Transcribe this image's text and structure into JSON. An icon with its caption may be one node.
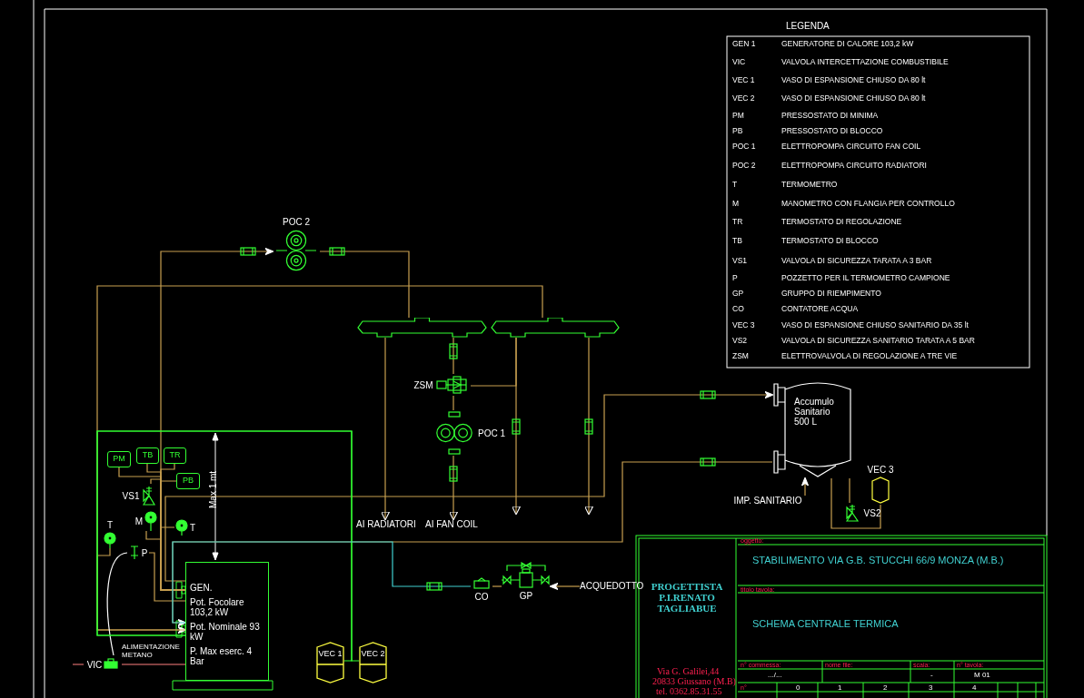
{
  "diagram": {
    "nodes": [
      {
        "text": [
          "POC 2"
        ]
      },
      {
        "text": [],
        "shape": "bar"
      },
      {
        "text": [],
        "shape": "bar"
      },
      {
        "text": [
          "ZSM"
        ]
      },
      {
        "text": [
          "POC 1"
        ]
      },
      {
        "text": [
          "AI RADIATORI"
        ]
      },
      {
        "text": [
          "AI FAN COIL"
        ]
      },
      {
        "text": [
          "Accumulo Sanitario 500 L"
        ]
      },
      {
        "text": [
          "VEC 3"
        ]
      },
      {
        "text": [
          "VS2"
        ]
      },
      {
        "text": [
          "IMP. SANITARIO"
        ]
      },
      {
        "text": [
          "PM"
        ]
      },
      {
        "text": [
          "TB"
        ]
      },
      {
        "text": [
          "TR"
        ]
      },
      {
        "text": [
          "PB"
        ]
      },
      {
        "text": [
          "VS1"
        ]
      },
      {
        "text": [
          "M"
        ]
      },
      {
        "text": [
          "T"
        ]
      },
      {
        "text": [
          "T"
        ]
      },
      {
        "text": [
          "P"
        ]
      },
      {
        "text": [
          "GEN.",
          "Pot. Focolare 103,2 kW",
          "Pot. Nominale 93 kW",
          "P. Max eserc. 4 Bar"
        ]
      },
      {
        "text": [
          "VIC"
        ]
      },
      {
        "text": [
          "VEC 1"
        ]
      },
      {
        "text": [
          "VEC 2"
        ]
      },
      {
        "text": [
          "CO"
        ]
      },
      {
        "text": [
          "GP"
        ]
      },
      {
        "text": [
          "ACQUEDOTTO"
        ]
      }
    ],
    "edges": [
      {
        "from": 0,
        "to": 1,
        "arrow": "none"
      },
      {
        "from": 20,
        "to": 0,
        "arrow": "to"
      },
      {
        "from": 2,
        "to": 20,
        "arrow": "to"
      },
      {
        "from": 1,
        "to": 5,
        "arrow": "to"
      },
      {
        "from": 1,
        "to": 3,
        "arrow": "none"
      },
      {
        "from": 3,
        "to": 4,
        "arrow": "none"
      },
      {
        "from": 4,
        "to": 6,
        "arrow": "to"
      },
      {
        "from": 3,
        "to": 2,
        "arrow": "none"
      },
      {
        "from": 2,
        "to": null,
        "arrow": "to"
      },
      {
        "from": 2,
        "to": null,
        "arrow": "to"
      },
      {
        "from": 20,
        "to": 7,
        "arrow": "to"
      },
      {
        "from": 7,
        "to": 20,
        "arrow": "to"
      },
      {
        "from": 10,
        "to": 7,
        "arrow": "to"
      },
      {
        "from": 7,
        "to": 8,
        "arrow": "none"
      },
      {
        "from": 7,
        "to": 9,
        "arrow": "none"
      },
      {
        "from": 11,
        "to": 20,
        "arrow": "none"
      },
      {
        "from": 12,
        "to": 20,
        "arrow": "none"
      },
      {
        "from": 13,
        "to": 20,
        "arrow": "none"
      },
      {
        "from": 14,
        "to": 20,
        "arrow": "none"
      },
      {
        "from": 15,
        "to": 20,
        "arrow": "none"
      },
      {
        "from": 16,
        "to": 20,
        "arrow": "none"
      },
      {
        "from": 17,
        "to": 20,
        "arrow": "none"
      },
      {
        "from": 19,
        "to": 20,
        "arrow": "none"
      },
      {
        "from": 18,
        "to": 20,
        "arrow": "none"
      },
      {
        "from": 21,
        "to": 19,
        "arrow": "none",
        "color": "#ffffff"
      },
      {
        "from": 21,
        "to": 20,
        "arrow": "none",
        "color": "#ff8080"
      },
      {
        "from": 22,
        "to": 20,
        "arrow": "none",
        "color": "#33ff33"
      },
      {
        "from": 23,
        "to": 20,
        "arrow": "none",
        "color": "#33ff33"
      },
      {
        "from": 26,
        "to": 25,
        "arrow": "to"
      },
      {
        "from": 25,
        "to": 24,
        "arrow": "none"
      },
      {
        "from": 24,
        "to": 20,
        "arrow": "none",
        "color": "#40d0d0"
      }
    ],
    "labels": [
      "LEGENDA",
      "GEN 1",
      "GENERATORE DI CALORE 103,2 kW",
      "VIC",
      "VALVOLA INTERCETTAZIONE COMBUSTIBILE",
      "VEC 1",
      "VASO DI ESPANSIONE CHIUSO DA 80 lt",
      "VEC 2",
      "VASO DI ESPANSIONE CHIUSO DA 80 lt",
      "PM",
      "PRESSOSTATO DI MINIMA",
      "PB",
      "PRESSOSTATO DI BLOCCO",
      "POC 1",
      "ELETTROPOMPA CIRCUITO FAN COIL",
      "POC 2",
      "ELETTROPOMPA CIRCUITO RADIATORI",
      "T",
      "TERMOMETRO",
      "M",
      "MANOMETRO CON FLANGIA PER CONTROLLO",
      "TR",
      "TERMOSTATO DI REGOLAZIONE",
      "TB",
      "TERMOSTATO DI BLOCCO",
      "VS1",
      "VALVOLA DI SICUREZZA TARATA A 3 BAR",
      "P",
      "POZZETTO PER IL TERMOMETRO CAMPIONE",
      "GP",
      "GRUPPO DI RIEMPIMENTO",
      "CO",
      "CONTATORE ACQUA",
      "VEC 3",
      "VASO DI ESPANSIONE CHIUSO SANITARIO DA 35 lt",
      "VS2",
      "VALVOLA DI SICUREZZA SANITARIO TARATA A 5 BAR",
      "ZSM",
      "ELETTROVALVOLA DI REGOLAZIONE A TRE VIE",
      "Max 1 mt",
      "ALIMENTAZIONE METANO",
      "PROGETTISTA P.I.RENATO TAGLIABUE",
      "oggetto:",
      "STABILIMENTO VIA G.B. STUCCHI 66/9 MONZA (M.B.)",
      "titolo tavola:",
      "SCHEMA CENTRALE TERMICA",
      "Via G. Galilei,44",
      "20833 Giussano (M.B)",
      "tel. 0362.85.31.55",
      "n° commessa:",
      "nome file:",
      "scala:",
      "n° tavola:",
      ".../...",
      "-",
      "M 01",
      "n°",
      "0",
      "1",
      "2",
      "3",
      "4"
    ]
  }
}
